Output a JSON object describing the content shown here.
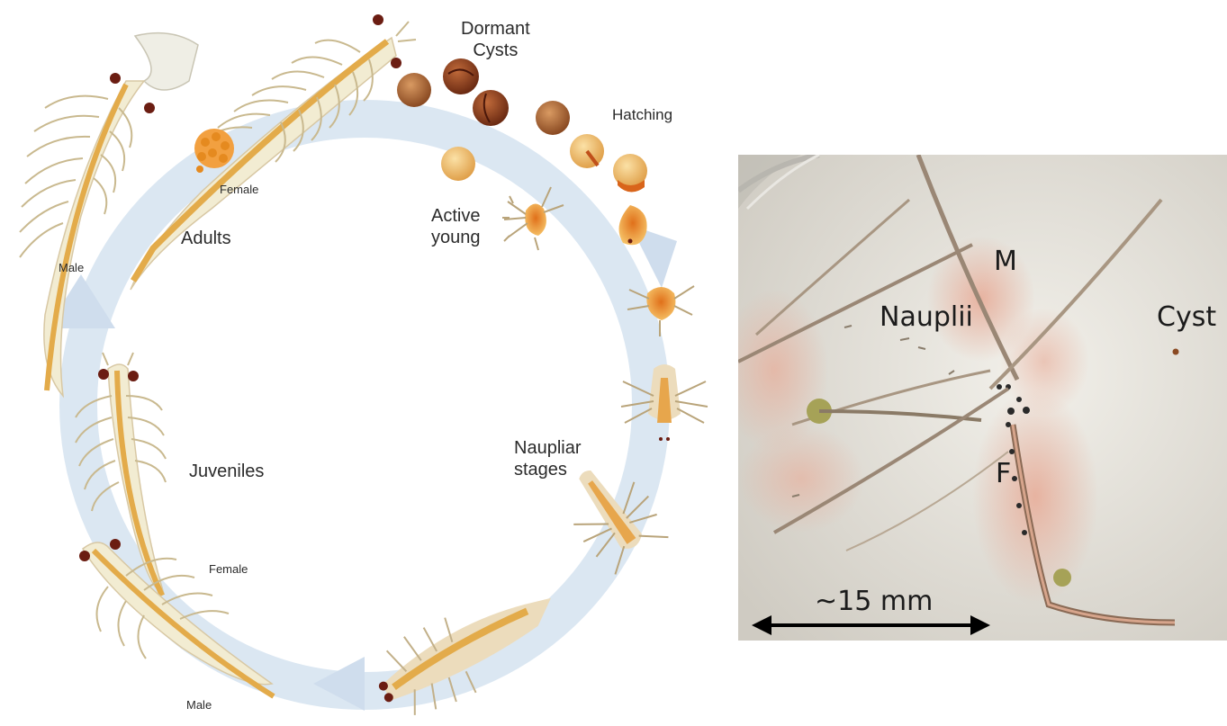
{
  "diagram": {
    "labels": {
      "dormant_cysts": "Dormant\nCysts",
      "hatching": "Hatching",
      "active_young": "Active\nyoung",
      "naupliar_stages": "Naupliar\nstages",
      "adults": "Adults",
      "juveniles": "Juveniles",
      "female_top": "Female",
      "male_top": "Male",
      "female_mid": "Female",
      "male_bottom": "Male"
    },
    "colors": {
      "cycle_arrow": "#dbe7f2",
      "body_fill": "#f2ecd2",
      "gut": "#e3ab4a",
      "eye": "#6b1d12",
      "cyst_dark": "#8b3a1d",
      "cyst_light": "#e9b25a"
    }
  },
  "photo": {
    "labels": {
      "male": "M",
      "nauplii": "Nauplii",
      "cyst": "Cyst",
      "female": "F",
      "scale": "~15 mm"
    },
    "colors": {
      "background": "#dcd9d1",
      "shrimp_pink": "#e8b8a8",
      "shrimp_body": "#9a8775"
    }
  }
}
